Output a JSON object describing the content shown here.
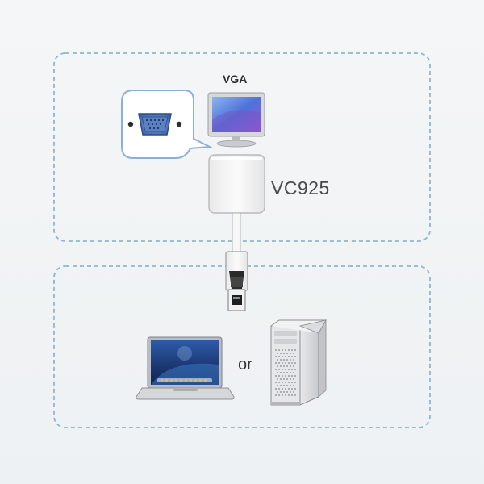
{
  "labels": {
    "monitor": "VGA",
    "adapter": "VC925",
    "alternative": "or"
  },
  "colors": {
    "background": "#f2f4f5",
    "dashed_border": "#8fb6cc",
    "adapter_body": "#f6f6f6",
    "screen_blue": "#4a6fd0",
    "laptop_screen": "#1f3a72"
  },
  "icons": {
    "monitor": "vga-monitor-icon",
    "connector_zoom": "vga-port-callout-icon",
    "adapter": "vc925-adapter-icon",
    "plug": "displayport-plug-icon",
    "laptop": "laptop-icon",
    "desktop": "tower-pc-icon"
  }
}
